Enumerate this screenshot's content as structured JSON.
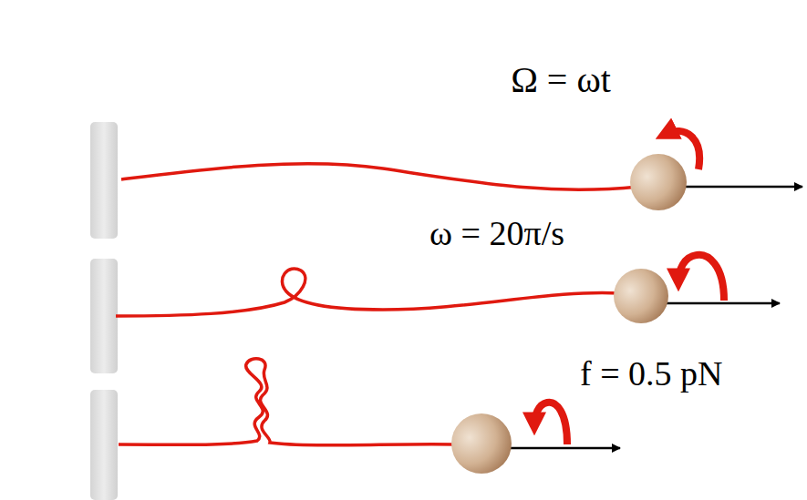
{
  "diagram": {
    "labels": [
      "Ω = ωt",
      "ω = 20π/s",
      "f = 0.5 pN"
    ]
  }
}
